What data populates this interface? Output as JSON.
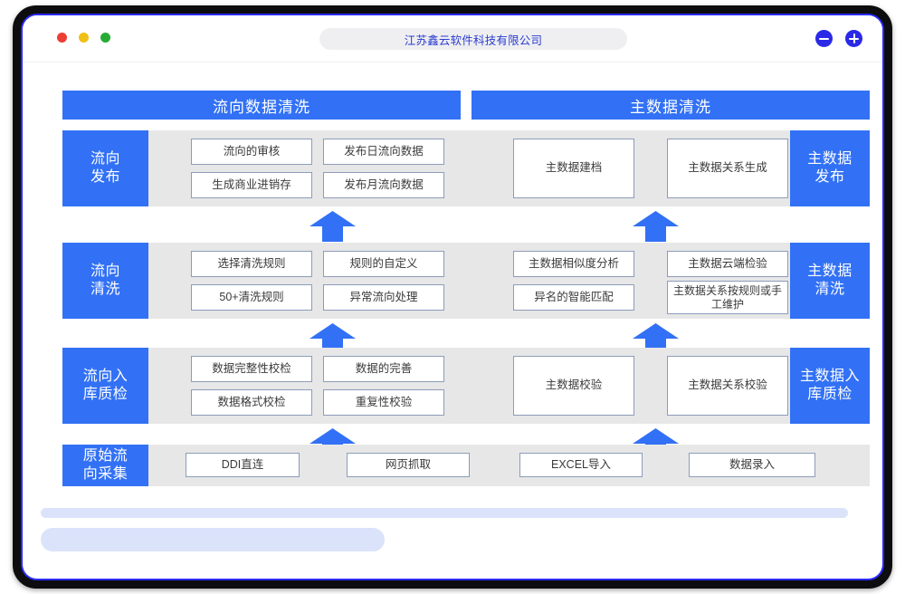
{
  "window": {
    "title": "江苏鑫云软件科技有限公司",
    "traffic_lights": [
      "close-red",
      "minimize-yellow",
      "maximize-green"
    ],
    "controls": [
      {
        "name": "zoom-out-button",
        "glyph": "minus"
      },
      {
        "name": "zoom-in-button",
        "glyph": "plus"
      }
    ],
    "accent_color": "#3271f5",
    "frame_color": "#0d0d0f",
    "inner_border_color": "#2a2aff"
  },
  "diagram": {
    "headers": {
      "left": "流向数据清洗",
      "right": "主数据清洗"
    },
    "rows": [
      {
        "left_label": "流向\n发布",
        "left_label_lines": [
          "流向",
          "发布"
        ],
        "right_label_lines": [
          "主数据",
          "发布"
        ],
        "left_cells": [
          "流向的审核",
          "发布日流向数据",
          "生成商业进销存",
          "发布月流向数据"
        ],
        "right_cells": [
          "主数据建档",
          "主数据关系生成"
        ]
      },
      {
        "left_label_lines": [
          "流向",
          "清洗"
        ],
        "right_label_lines": [
          "主数据",
          "清洗"
        ],
        "left_cells": [
          "选择清洗规则",
          "规则的自定义",
          "50+清洗规则",
          "异常流向处理"
        ],
        "right_cells": [
          "主数据相似度分析",
          "主数据云端检验",
          "异名的智能匹配",
          "主数据关系按规则\n或手工维护"
        ],
        "right_cell_multiline": "主数据关系按规则或手工维护"
      },
      {
        "left_label_lines": [
          "流向入",
          "库质检"
        ],
        "right_label_lines": [
          "主数据入",
          "库质检"
        ],
        "left_cells": [
          "数据完整性校检",
          "数据的完善",
          "数据格式校检",
          "重复性校验"
        ],
        "right_cells": [
          "主数据校验",
          "主数据关系校验"
        ]
      },
      {
        "left_label_lines": [
          "原始流",
          "向采集"
        ],
        "cells": [
          "DDI直连",
          "网页抓取",
          "EXCEL导入",
          "数据录入"
        ]
      }
    ],
    "arrows": {
      "count": 6,
      "direction": "up",
      "color": "#3271f5"
    }
  },
  "footer": {
    "placeholder_bars": 2,
    "bar_color": "#dbe3fb"
  }
}
